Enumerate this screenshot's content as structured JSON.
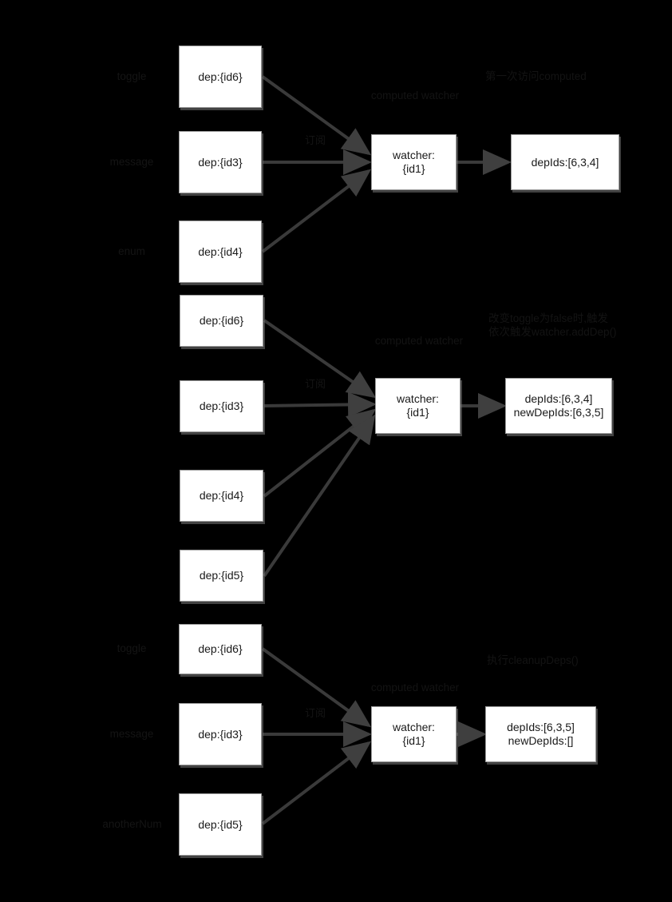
{
  "diagram": {
    "title": "Vue computed watcher dependency collection",
    "background": "#000000",
    "node_fill": "#ffffff",
    "node_border": "#9a9a9a",
    "edge_color": "#3a3a3a",
    "text_color": "#1a1a1a"
  },
  "sections": [
    {
      "id": "section-1",
      "caption": "computed watcher",
      "note": "第一次访问computed",
      "edge_label": "订阅",
      "vars": [
        "toggle",
        "message",
        "enum"
      ],
      "deps": [
        "dep:{id6}",
        "dep:{id3}",
        "dep:{id4}"
      ],
      "watcher": "watcher:\n{id1}",
      "result": "depIds:[6,3,4]"
    },
    {
      "id": "section-2",
      "caption": "computed watcher",
      "note": "改变toggle为false时,触发\n依次触发watcher.addDep()",
      "edge_label": "订阅",
      "vars": [
        "",
        "",
        "",
        ""
      ],
      "deps": [
        "dep:{id6}",
        "dep:{id3}",
        "dep:{id4}",
        "dep:{id5}"
      ],
      "watcher": "watcher:\n{id1}",
      "result": "depIds:[6,3,4]\nnewDepIds:[6,3,5]"
    },
    {
      "id": "section-3",
      "caption": "computed watcher",
      "note": "执行cleanupDeps()",
      "edge_label": "订阅",
      "vars": [
        "toggle",
        "message",
        "anotherNum"
      ],
      "deps": [
        "dep:{id6}",
        "dep:{id3}",
        "dep:{id5}"
      ],
      "watcher": "watcher:\n{id1}",
      "result": "depIds:[6,3,5]\nnewDepIds:[]"
    }
  ]
}
